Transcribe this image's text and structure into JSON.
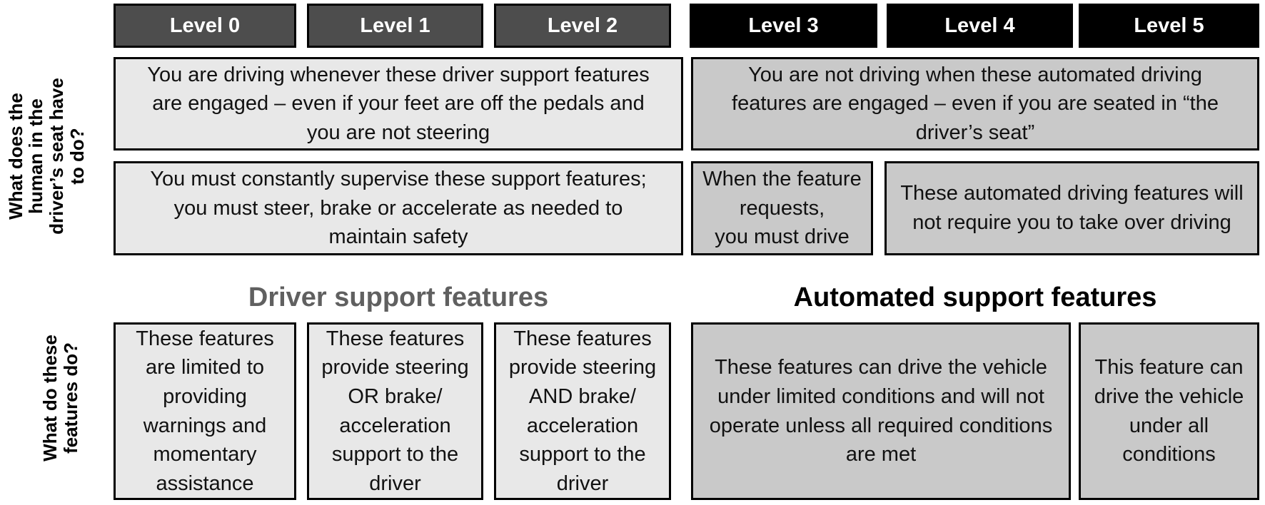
{
  "colors": {
    "driver_header_bg": "#4d4d4d",
    "automated_header_bg": "#000000",
    "driver_box_bg": "#e8e8e8",
    "automated_box_bg": "#c9c9c9",
    "border": "#000000",
    "driver_group_label": "#606060",
    "automated_group_label": "#000000",
    "header_text": "#ffffff",
    "body_text": "#111111"
  },
  "side_labels": {
    "human": "What does the\nhuman in the\ndriver’s seat have\nto do?",
    "features": "What do these\nfeatures do?"
  },
  "levels": [
    {
      "label": "Level 0"
    },
    {
      "label": "Level 1"
    },
    {
      "label": "Level 2"
    },
    {
      "label": "Level 3"
    },
    {
      "label": "Level 4"
    },
    {
      "label": "Level 5"
    }
  ],
  "human_row1": {
    "driver": "You are driving whenever these driver support features are engaged – even if your feet are off the pedals and you are not steering",
    "automated": "You are not driving when these automated driving features are engaged – even if you are seated in “the driver’s seat”"
  },
  "human_row2": {
    "driver": "You must constantly supervise these support features; you must steer, brake or accelerate as needed to maintain safety",
    "level3": "When the feature\nrequests,\nyou must drive",
    "level45": "These automated driving features will not require you to take over driving"
  },
  "group_labels": {
    "driver": "Driver support features",
    "automated": "Automated support features"
  },
  "features_row": {
    "level0": "These features are limited to providing warnings and momentary assistance",
    "level1": "These features provide steering OR brake/ acceleration support to the driver",
    "level2": "These features provide steering AND brake/ acceleration support to the driver",
    "level34": "These features can drive the vehicle under limited conditions and will not operate unless all required conditions are met",
    "level5": "This feature can drive the vehicle under all conditions"
  }
}
